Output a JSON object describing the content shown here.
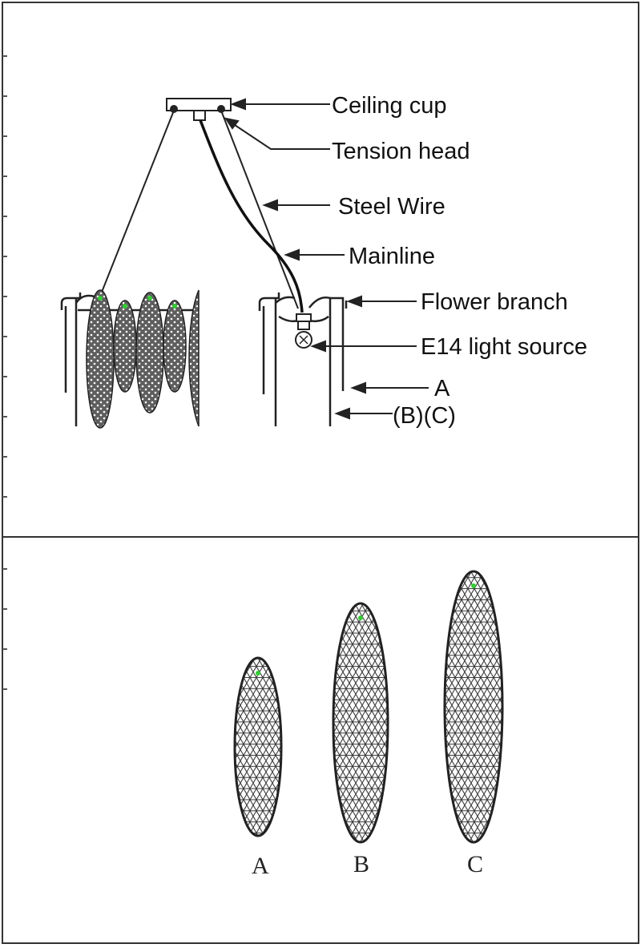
{
  "callouts": {
    "ceiling_cup": "Ceiling cup",
    "tension_head": "Tension head",
    "steel_wire": "Steel Wire",
    "mainline": "Mainline",
    "flower_branch": "Flower branch",
    "light_source": "E14 light source",
    "size_a": "A",
    "size_bc": "(B)(C)"
  },
  "variants": {
    "a": "A",
    "b": "B",
    "c": "C"
  },
  "colors": {
    "line": "#222222",
    "mesh_fill": "#5a5a5a",
    "hanging_dot": "#33cc33",
    "frame": "#333333"
  }
}
